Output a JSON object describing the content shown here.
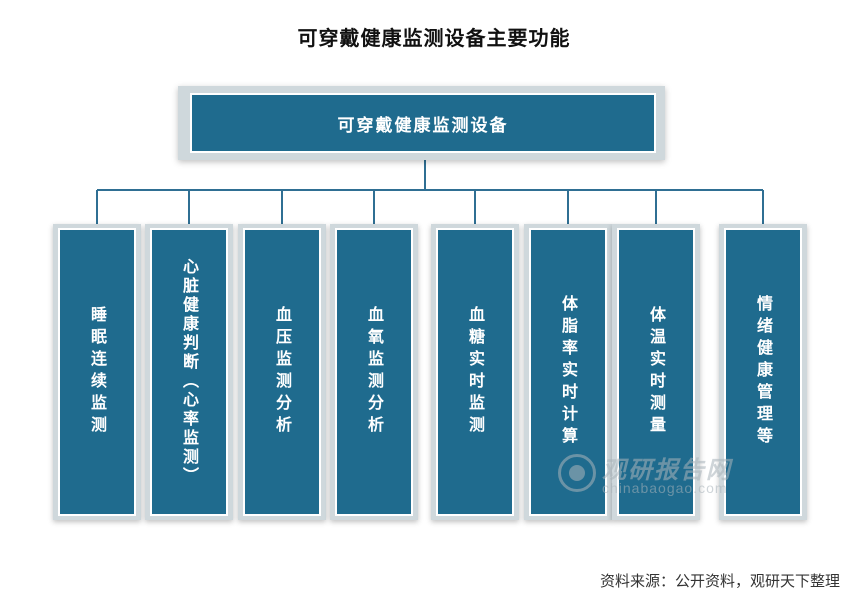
{
  "title": "可穿戴健康监测设备主要功能",
  "root": {
    "label": "可穿戴健康监测设备"
  },
  "children": [
    {
      "label": "睡眠连续监测"
    },
    {
      "label": "心脏健康判断（心率监测）"
    },
    {
      "label": "血压监测分析"
    },
    {
      "label": "血氧监测分析"
    },
    {
      "label": "血糖实时监测"
    },
    {
      "label": "体脂率实时计算"
    },
    {
      "label": "体温实时测量"
    },
    {
      "label": "情绪健康管理等"
    }
  ],
  "watermark": {
    "cn": "观研报告网",
    "en": "chinabaogao.com"
  },
  "source": "资料来源：公开资料，观研天下整理",
  "colors": {
    "box_fill": "#1f6b8e",
    "box_frame": "#cfd8dc",
    "connector": "#2f6f93"
  }
}
